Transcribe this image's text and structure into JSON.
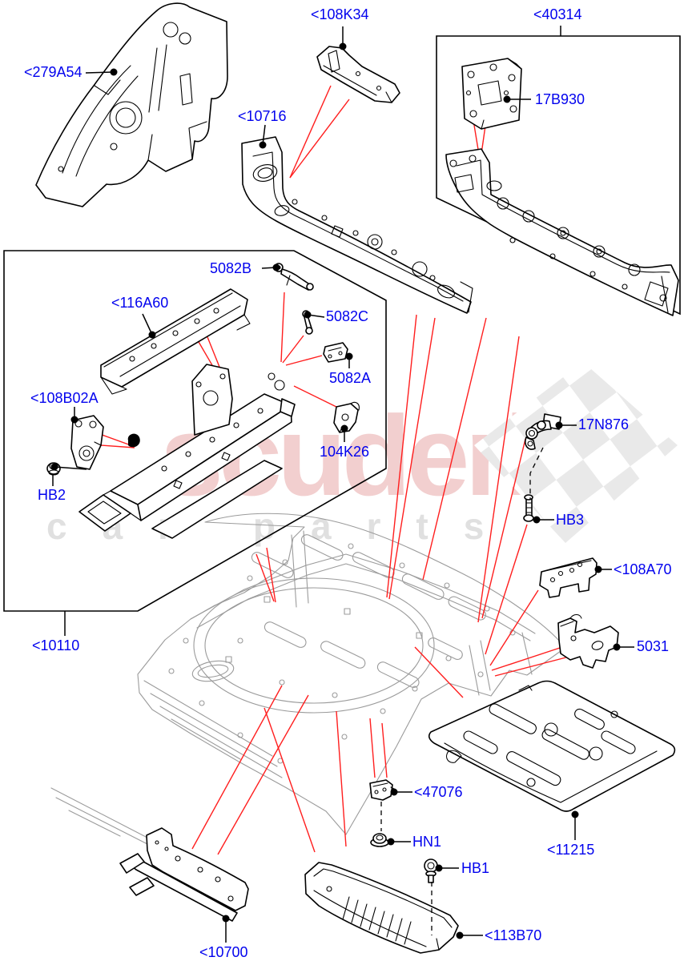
{
  "watermark": {
    "primary": "scuderia",
    "secondary": "car parts"
  },
  "colors": {
    "label-blue": "#0202ee",
    "leader-red": "#ff1e1e",
    "line-black": "#000000",
    "assembly-gray": "#9b9b9b",
    "watermark-pink": "#f2cfcf",
    "watermark-gray": "#e0e0e0",
    "checker-gray": "#e9e9e9"
  },
  "labels": {
    "a279A54": "<279A54",
    "a108K34": "<108K34",
    "a40314": "<40314",
    "a17B930": "17B930",
    "a10716": "<10716",
    "a5082B": "5082B",
    "a116A60": "<116A60",
    "a5082C": "5082C",
    "a5082A": "5082A",
    "a108B02A": "<108B02A",
    "a104K26": "104K26",
    "aHB2": "HB2",
    "a17N876": "17N876",
    "aHB3": "HB3",
    "a108A70": "<108A70",
    "a5031": "5031",
    "a10110": "<10110",
    "a47076": "<47076",
    "aHN1": "HN1",
    "aHB1": "HB1",
    "a11215": "<11215",
    "a113B70": "<113B70",
    "a10700": "<10700"
  }
}
